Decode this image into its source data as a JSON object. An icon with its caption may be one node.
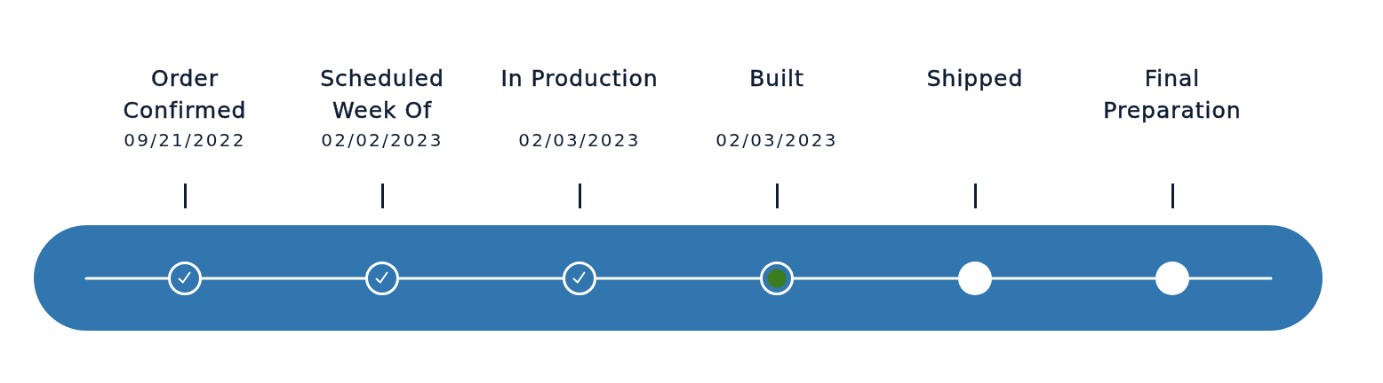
{
  "diagram": {
    "nodes": [
      {
        "text": [],
        "shape": "bar"
      },
      {
        "text": [],
        "shape": "circle",
        "in": 0
      },
      {
        "text": [],
        "shape": "circle",
        "in": 0
      },
      {
        "text": [],
        "shape": "circle",
        "in": 0
      },
      {
        "text": [],
        "shape": "circle",
        "in": 0
      },
      {
        "text": [],
        "shape": "circle",
        "in": 0
      },
      {
        "text": [],
        "shape": "circle",
        "in": 0
      }
    ],
    "edges": [
      {
        "from": null,
        "to": 1,
        "arrow": "none"
      },
      {
        "from": 1,
        "to": 2,
        "arrow": "none"
      },
      {
        "from": 2,
        "to": 3,
        "arrow": "none"
      },
      {
        "from": 3,
        "to": 4,
        "arrow": "none"
      },
      {
        "from": 4,
        "to": 5,
        "arrow": "none"
      },
      {
        "from": 5,
        "to": 6,
        "arrow": "none"
      },
      {
        "from": 6,
        "to": null,
        "arrow": "none"
      }
    ],
    "labels": [
      "Order Confirmed",
      "Scheduled Week Of",
      "In Production",
      "Built",
      "Shipped",
      "Final Preparation",
      "09/21/2022",
      "02/02/2023",
      "02/03/2023",
      "02/03/2023"
    ]
  }
}
